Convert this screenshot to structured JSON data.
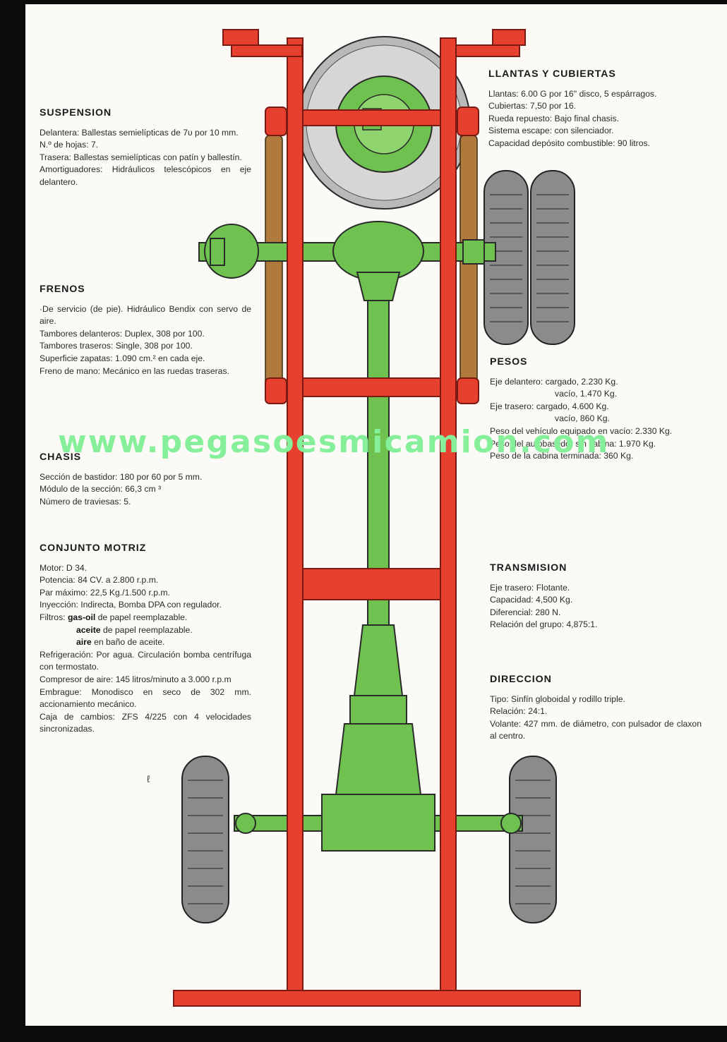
{
  "colors": {
    "frame": "#e8402e",
    "drivetrain": "#6fc24f",
    "springs": "#b07a3c",
    "tire": "#8b8b8b",
    "watermark": "#86ef9a"
  },
  "suspension": {
    "title": "SUSPENSION",
    "lines": [
      "Delantera: Ballestas semielípticas de 7υ por 10 mm.",
      "N.º de hojas: 7.",
      "Trasera: Ballestas semielípticas con patín y ballestín.",
      "Amortiguadores: Hidráulicos telescópicos en eje delantero."
    ]
  },
  "frenos": {
    "title": "FRENOS",
    "lines": [
      "·De servicio (de pie). Hidráulico Bendix con servo de aire.",
      "Tambores delanteros: Duplex, 308 por 100.",
      "Tambores traseros: Single, 308 por 100.",
      "Superficie zapatas: 1.090 cm.² en cada eje.",
      "Freno de mano: Mecánico en las ruedas traseras."
    ]
  },
  "chasis": {
    "title": "CHASIS",
    "lines": [
      "Sección de bastidor: 180 por 60 por 5 mm.",
      "Módulo de la sección: 66,3 cm ³",
      "Número de traviesas: 5."
    ]
  },
  "conjunto_motriz": {
    "title": "CONJUNTO MOTRIZ",
    "motor": "Motor: D 34.",
    "potencia": "Potencia: 84 CV. a 2.800 r.p.m.",
    "par": "Par máximo: 22,5 Kg./1.500 r.p.m.",
    "inyeccion": "Inyección: Indirecta, Bomba DPA con regulador.",
    "filtros_label": "Filtros:",
    "filtro1_bold": "gas-oil",
    "filtro1_rest": " de papel reemplazable.",
    "filtro2_bold": "aceite",
    "filtro2_rest": " de papel reemplazable.",
    "filtro3_bold": "aire",
    "filtro3_rest": " en baño de aceite.",
    "refrigeracion": "Refrigeración: Por agua. Circulación bomba centrífuga con termostato.",
    "compresor": "Compresor de aire: 145 litros/minuto a 3.000 r.p.m",
    "embrague": "Embrague: Monodisco en seco de 302 mm. accionamiento mecánico.",
    "caja": "Caja de cambios: ZFS 4/225 con 4 velocidades sincronizadas."
  },
  "llantas": {
    "title": "LLANTAS Y CUBIERTAS",
    "lines": [
      "Llantas: 6.00 G por 16'' disco, 5 espárragos.",
      "Cubiertas: 7,50 por 16.",
      "Rueda repuesto: Bajo final chasis.",
      "Sistema escape: con silenciador.",
      "Capacidad depósito combustible: 90 litros."
    ]
  },
  "pesos": {
    "title": "PESOS",
    "eje_delantero": "Eje delantero: cargado, 2.230 Kg.",
    "eje_delantero_vacio": "vacío, 1.470 Kg.",
    "eje_trasero": "Eje trasero: cargado, 4.600 Kg.",
    "eje_trasero_vacio": "vacío, 860 Kg.",
    "peso_vehiculo": "Peso del vehículo equipado en vacío: 2.330 Kg.",
    "peso_autobastidor": "Peso del autobastidor sin cabina: 1.970 Kg.",
    "peso_cabina": "Peso de la cabina terminada: 360 Kg."
  },
  "transmision": {
    "title": "TRANSMISION",
    "lines": [
      "Eje trasero: Flotante.",
      "Capacidad: 4,500 Kg.",
      "Diferencial: 280 N.",
      "Relación del grupo: 4,875:1."
    ]
  },
  "direccion": {
    "title": "DIRECCION",
    "lines": [
      "Tipo: Sinfín globoidal y rodillo triple.",
      "Relación: 24:1.",
      "Volante: 427 mm. de diámetro, con pulsador de claxon al centro."
    ]
  },
  "watermark": "www.pegasoesmicamion.com"
}
